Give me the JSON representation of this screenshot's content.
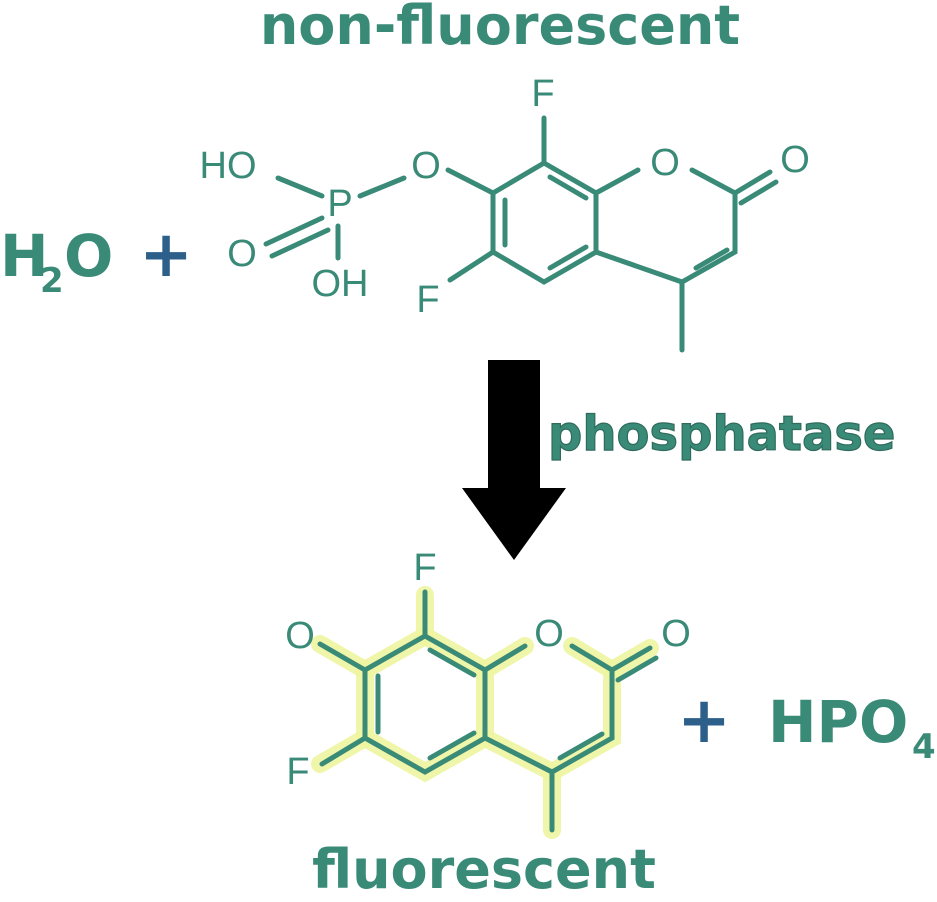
{
  "title_top": "non-fluorescent",
  "title_bottom": "fluorescent",
  "enzyme": "phosphatase",
  "reactant_water": {
    "h": "H",
    "sub": "2",
    "o": "O"
  },
  "plus_sign": "+",
  "product_phosphate": {
    "main": "HPO",
    "sub": "4"
  },
  "atoms": {
    "F": "F",
    "O": "O",
    "HO": "HO",
    "OH": "OH",
    "P": "P"
  },
  "colors": {
    "structure": "#3a8a78",
    "plus": "#2c5f8a",
    "arrow": "#000000",
    "glow": "#eef5a0"
  }
}
